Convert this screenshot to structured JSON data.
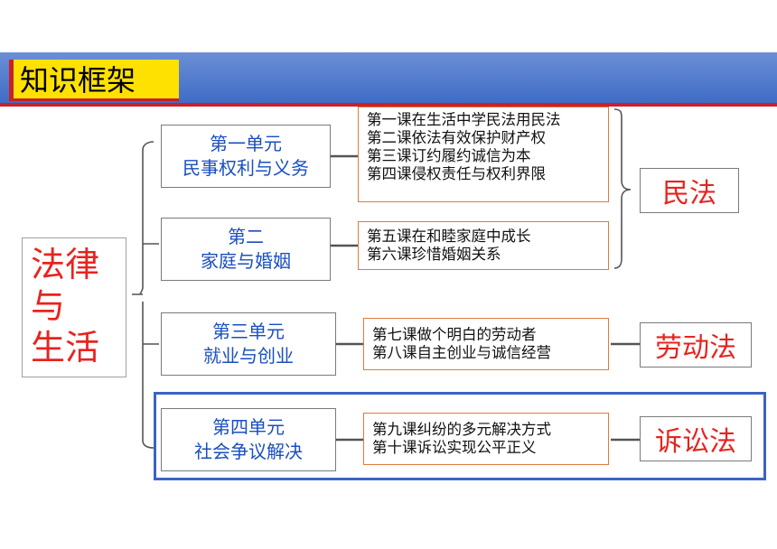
{
  "header": {
    "title": "知识框架"
  },
  "main_topic": {
    "lines": [
      "法律",
      "与",
      "生活"
    ]
  },
  "units": [
    {
      "line1": "第一单元",
      "line2": "民事权利与义务"
    },
    {
      "line1": "第二",
      "line2": "家庭与婚姻"
    },
    {
      "line1": "第三单元",
      "line2": "就业与创业"
    },
    {
      "line1": "第四单元",
      "line2": "社会争议解决"
    }
  ],
  "lessons": [
    [
      "第一课在生活中学民法用民法",
      "第二课依法有效保护财产权",
      "第三课订约履约诚信为本",
      "第四课侵权责任与权利界限"
    ],
    [
      "第五课在和睦家庭中成长",
      "第六课珍惜婚姻关系"
    ],
    [
      "第七课做个明白的劳动者",
      "第八课自主创业与诚信经营"
    ],
    [
      "第九课纠纷的多元解决方式",
      "第十课诉讼实现公平正义"
    ]
  ],
  "laws": [
    "民法",
    "劳动法",
    "诉讼法"
  ],
  "colors": {
    "header_bar": "#3f6cc6",
    "title_bg": "#ffe100",
    "accent_red": "#e8231e",
    "unit_text": "#1a4fbf",
    "lesson_border": "#e07a3c",
    "highlight_border": "#3b63c4"
  }
}
